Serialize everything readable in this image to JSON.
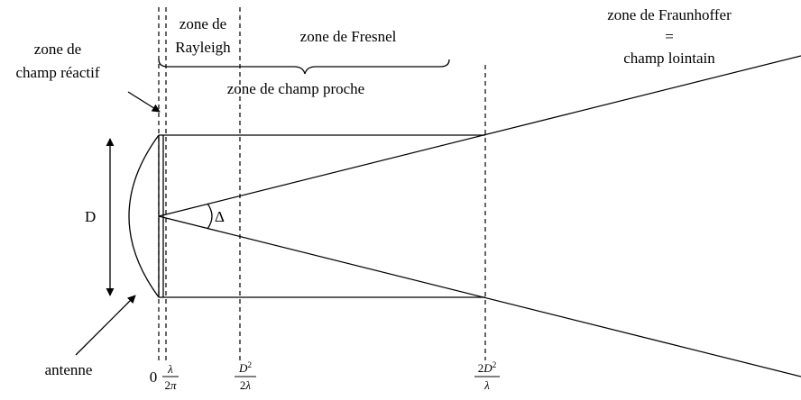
{
  "labels": {
    "reactive_zone": [
      "zone de",
      "champ réactif"
    ],
    "rayleigh_zone": [
      "zone de",
      "Rayleigh"
    ],
    "fresnel_zone": "zone de Fresnel",
    "near_field_zone": "zone de champ proche",
    "fraunhofer_zone": [
      "zone de Fraunhoffer",
      "=",
      "champ lointain"
    ],
    "diameter": "D",
    "angle": "Δ",
    "antenna": "antenne"
  },
  "axis_ticks": {
    "zero": "0",
    "t1": {
      "num": "λ",
      "den_sym": "2",
      "den_var": "π"
    },
    "t2": {
      "num_var": "D",
      "num_exp": "2",
      "den_sym": "2",
      "den_var": "λ"
    },
    "t3": {
      "num_coef": "2",
      "num_var": "D",
      "num_exp": "2",
      "den_var": "λ"
    }
  }
}
